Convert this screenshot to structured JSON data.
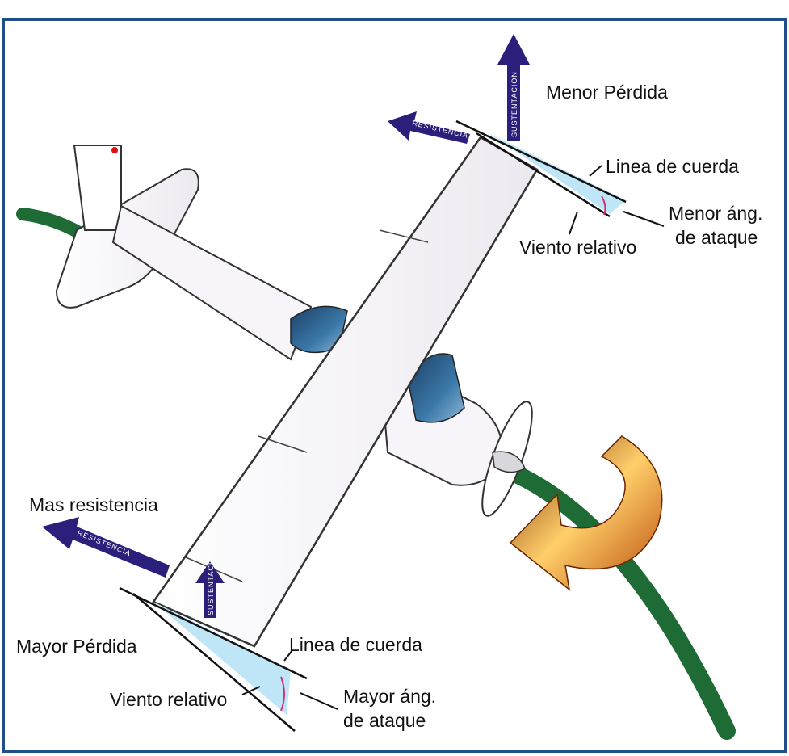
{
  "labels": {
    "menor_perdida": "Menor Pérdida",
    "linea_cuerda_top": "Linea de cuerda",
    "menor_ang_1": "Menor áng.",
    "menor_ang_2": "de ataque",
    "viento_top": "Viento relativo",
    "mas_resistencia": "Mas resistencia",
    "mayor_perdida": "Mayor Pérdida",
    "linea_cuerda_bottom": "Linea de cuerda",
    "viento_bottom": "Viento relativo",
    "mayor_ang_1": "Mayor áng.",
    "mayor_ang_2": "de ataque"
  },
  "arrow_text": {
    "sustentacion_top": "SUSTENTACION",
    "resistencia_top": "RESISTENCIA",
    "resistencia_bottom": "RESISTENCIA",
    "sustentacion_bottom": "SUSTENTACION"
  },
  "colors": {
    "border": "#1e4f8a",
    "arrow": "#2a1f7a",
    "flight_path": "#1f6b35",
    "wedge": "#bfe6f7",
    "rotation_dark": "#9a3a05",
    "rotation_light": "#ffd27a",
    "canopy": "#245b84"
  }
}
